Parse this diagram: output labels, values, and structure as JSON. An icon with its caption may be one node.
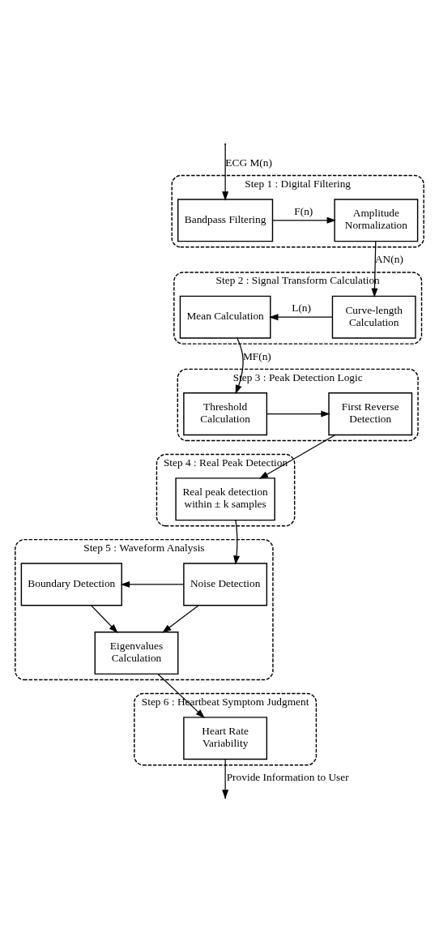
{
  "diagram": {
    "nodes": [
      {
        "text": [
          "Step 1 : Digital Filtering"
        ]
      },
      {
        "text": [
          "Bandpass Filtering"
        ],
        "in": 0
      },
      {
        "text": [
          "Amplitude Normalization"
        ],
        "in": 0
      },
      {
        "text": [
          "Step 2 : Signal Transform Calculation"
        ]
      },
      {
        "text": [
          "Mean Calculation"
        ],
        "in": 3
      },
      {
        "text": [
          "Curve-length Calculation"
        ],
        "in": 3
      },
      {
        "text": [
          "Step 3 : Peak Detection Logic"
        ]
      },
      {
        "text": [
          "Threshold Calculation"
        ],
        "in": 6
      },
      {
        "text": [
          "First Reverse Detection"
        ],
        "in": 6
      },
      {
        "text": [
          "Step 4 : Real Peak Detection"
        ]
      },
      {
        "text": [
          "Real peak detection within ± k samples"
        ],
        "in": 9
      },
      {
        "text": [
          "Step 5 : Waveform Analysis"
        ]
      },
      {
        "text": [
          "Noise Detection"
        ],
        "in": 11
      },
      {
        "text": [
          "Boundary Detection"
        ],
        "in": 11
      },
      {
        "text": [
          "Eigenvalues Calculation"
        ],
        "in": 11
      },
      {
        "text": [
          "Step 6 : Heartbeat Symptom Judgment"
        ]
      },
      {
        "text": [
          "Heart Rate Variability"
        ],
        "in": 15
      }
    ],
    "edges": [
      {
        "from": null,
        "to": 1,
        "arrow": "to",
        "label": "ECG M(n)"
      },
      {
        "from": 1,
        "to": 2,
        "arrow": "to",
        "label": "F(n)"
      },
      {
        "from": 2,
        "to": 5,
        "arrow": "to",
        "label": "AN(n)"
      },
      {
        "from": 5,
        "to": 4,
        "arrow": "to",
        "label": "L(n)"
      },
      {
        "from": 4,
        "to": 7,
        "arrow": "to",
        "label": "MF(n)"
      },
      {
        "from": 7,
        "to": 8,
        "arrow": "to"
      },
      {
        "from": 8,
        "to": 10,
        "arrow": "to"
      },
      {
        "from": 10,
        "to": 12,
        "arrow": "to"
      },
      {
        "from": 12,
        "to": 13,
        "arrow": "to"
      },
      {
        "from": 12,
        "to": 14,
        "arrow": "to"
      },
      {
        "from": 13,
        "to": 14,
        "arrow": "to"
      },
      {
        "from": 14,
        "to": 16,
        "arrow": "to"
      },
      {
        "from": 16,
        "to": null,
        "arrow": "to",
        "label": "Provide Information to User"
      }
    ]
  }
}
